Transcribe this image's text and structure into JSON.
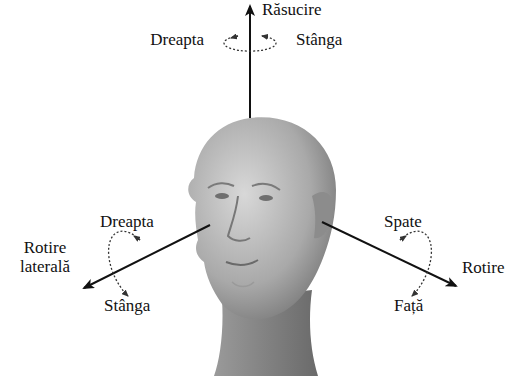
{
  "diagram": {
    "labels": [
      "Răsucire",
      "Dreapta",
      "Stânga",
      "Dreapta",
      "Rotire laterală",
      "Stânga",
      "Spate",
      "Rotire",
      "Față"
    ]
  }
}
